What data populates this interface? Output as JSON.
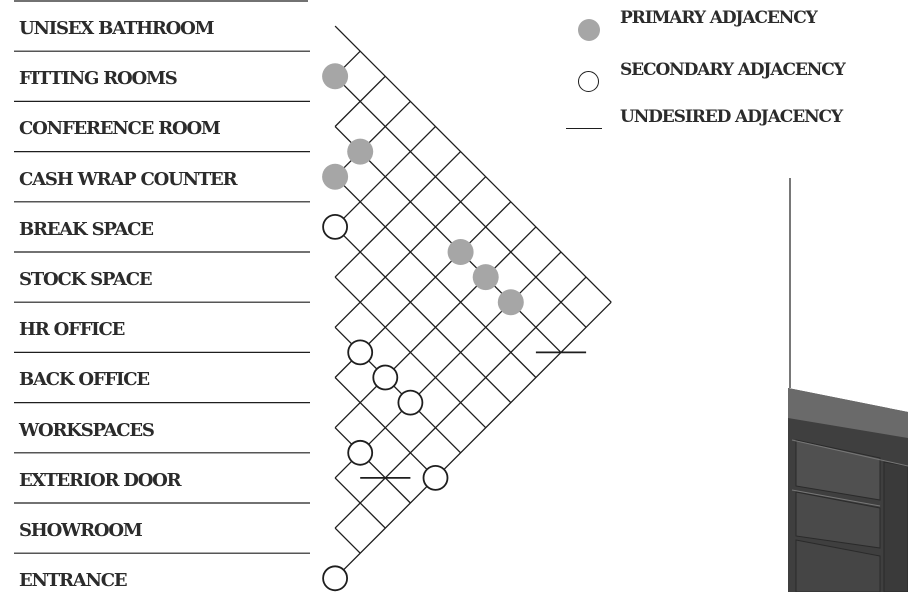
{
  "rooms": [
    "UNISEX BATHROOM",
    "FITTING ROOMS",
    "CONFERENCE ROOM",
    "CASH WRAP COUNTER",
    "BREAK SPACE",
    "STOCK SPACE",
    "HR OFFICE",
    "BACK OFFICE",
    "WORKSPACES",
    "EXTERIOR DOOR",
    "SHOWROOM",
    "ENTRANCE"
  ],
  "legend": {
    "primary": "PRIMARY ADJACENCY",
    "secondary": "SECONDARY ADJACENCY",
    "undesired": "UNDESIRED ADJACENCY"
  },
  "adjacencies": [
    {
      "a": 1,
      "b": 2,
      "type": "primary"
    },
    {
      "a": 2,
      "b": 4,
      "type": "primary"
    },
    {
      "a": 3,
      "b": 4,
      "type": "primary"
    },
    {
      "a": 2,
      "b": 8,
      "type": "primary"
    },
    {
      "a": 2,
      "b": 9,
      "type": "primary"
    },
    {
      "a": 2,
      "b": 10,
      "type": "primary"
    },
    {
      "a": 4,
      "b": 5,
      "type": "secondary"
    },
    {
      "a": 6,
      "b": 8,
      "type": "secondary"
    },
    {
      "a": 6,
      "b": 9,
      "type": "secondary"
    },
    {
      "a": 6,
      "b": 10,
      "type": "secondary"
    },
    {
      "a": 7,
      "b": 12,
      "type": "secondary"
    },
    {
      "a": 8,
      "b": 10,
      "type": "secondary"
    },
    {
      "a": 11,
      "b": 12,
      "type": "secondary"
    },
    {
      "a": 2,
      "b": 12,
      "type": "undesired"
    },
    {
      "a": 8,
      "b": 11,
      "type": "undesired"
    }
  ],
  "colors": {
    "primary_fill": "#a6a6a6",
    "line": "#1e1e1e",
    "text": "#2b2b2b",
    "render_dark": "#3f3f3f",
    "render_mid": "#555555",
    "render_light": "#6a6a6a"
  }
}
